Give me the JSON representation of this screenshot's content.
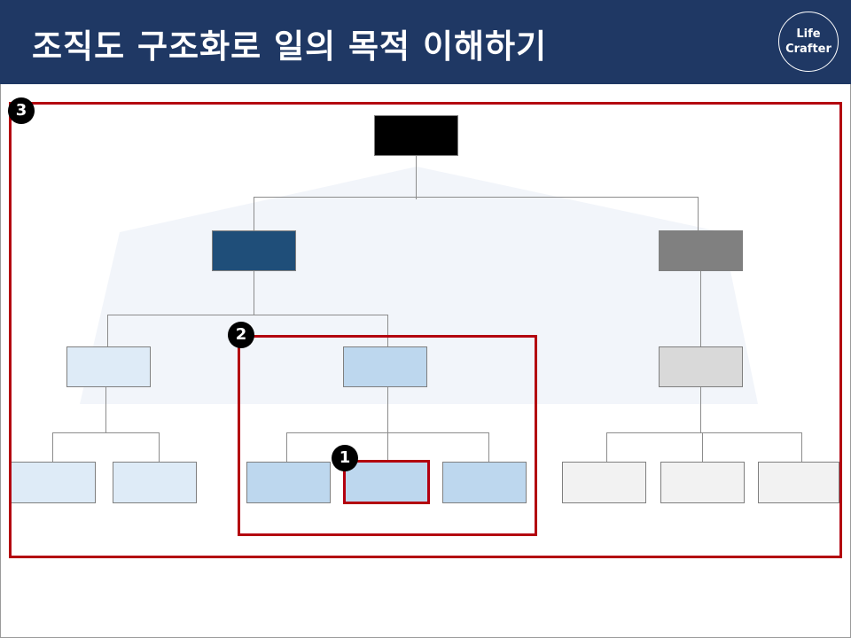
{
  "slide": {
    "title": "조직도 구조화로 일의 목적 이해하기",
    "logo_line1": "Life",
    "logo_line2": "Crafter"
  },
  "markers": {
    "m1": "1",
    "m2": "2",
    "m3": "3"
  },
  "colors": {
    "header": "#1f3864",
    "highlight": "#b3000f",
    "top_node": "#000000",
    "left_branch": "#1f4e79",
    "right_branch": "#808080",
    "left_light": "#deebf7",
    "middle_light": "#bdd7ee",
    "right_light": "#d9d9d9",
    "right_lighter": "#f2f2f2"
  }
}
